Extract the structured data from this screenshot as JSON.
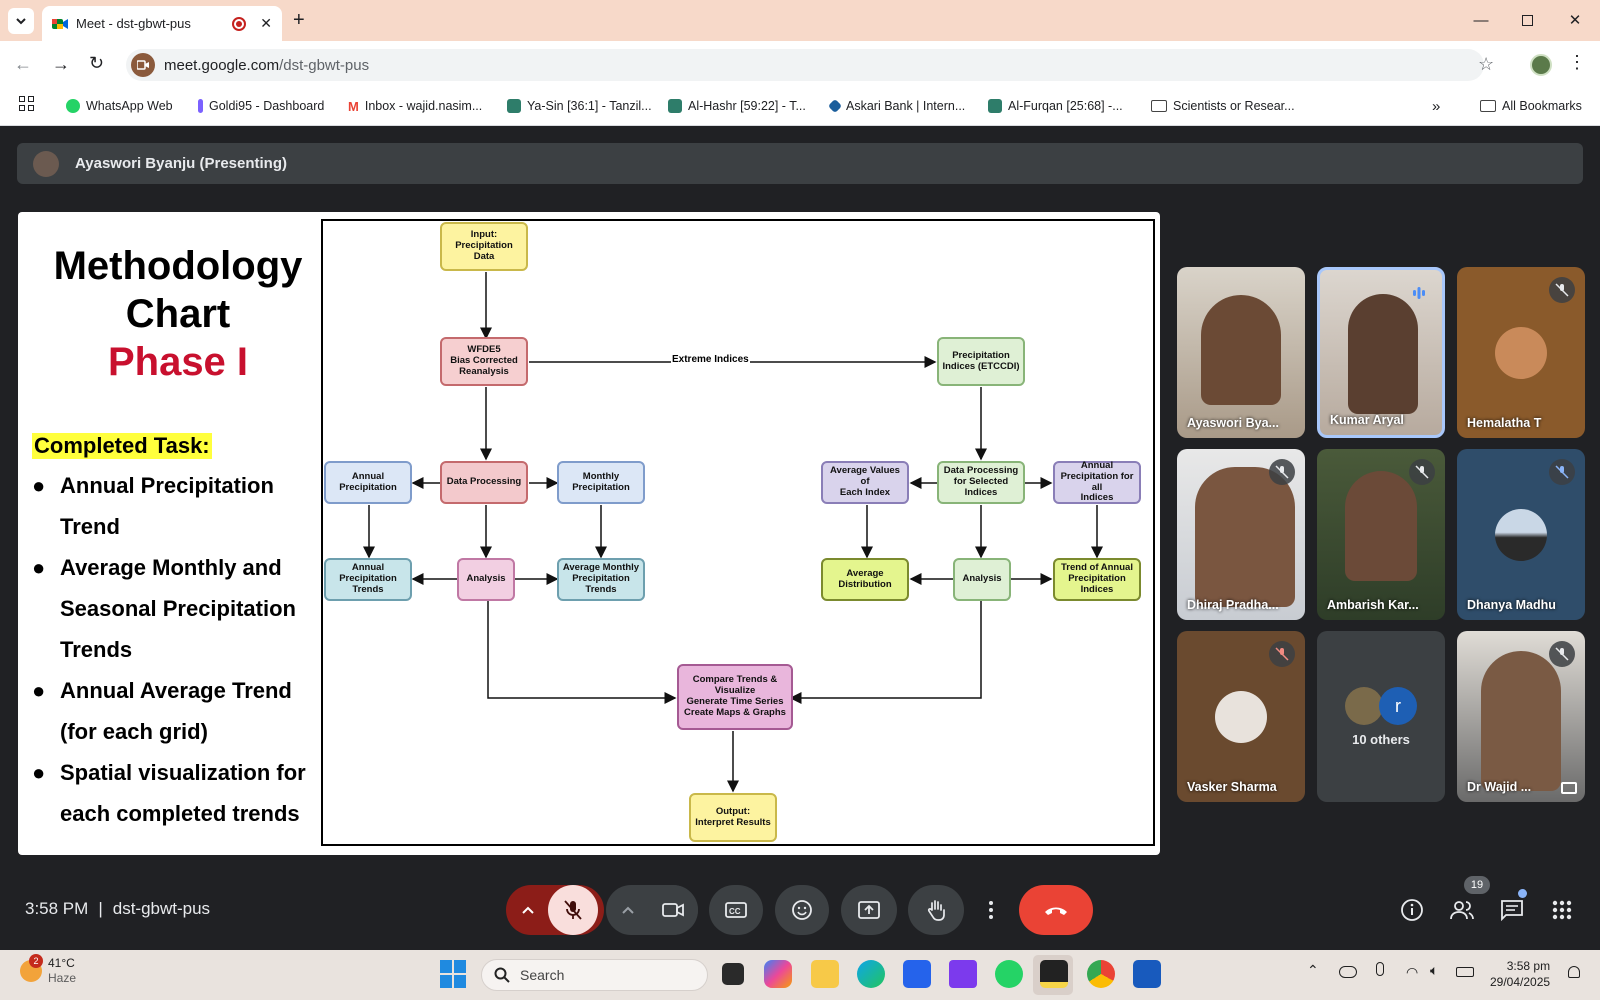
{
  "browser": {
    "tab_title": "Meet - dst-gbwt-pus",
    "url_host": "meet.google.com",
    "url_path": "/dst-gbwt-pus",
    "bookmarks": [
      "WhatsApp Web",
      "Goldi95 - Dashboard",
      "Inbox - wajid.nasim...",
      "Ya-Sin [36:1] - Tanzil...",
      "Al-Hashr [59:22] - T...",
      "Askari Bank | Intern...",
      "Al-Furqan [25:68] -...",
      "Scientists or Resear..."
    ],
    "all_bookmarks": "All Bookmarks",
    "colors": {
      "tabbar": "#f7d9c9",
      "accent": "#8b5a3c"
    }
  },
  "meet": {
    "presenter": "Ayaswori Byanju (Presenting)",
    "time": "3:58 PM",
    "separator": "|",
    "meeting_code": "dst-gbwt-pus",
    "people_count": "19",
    "participants": [
      {
        "name": "Ayaswori Bya...",
        "muted": false
      },
      {
        "name": "Kumar Aryal",
        "muted": false,
        "speaking": true
      },
      {
        "name": "Hemalatha T",
        "muted": true
      },
      {
        "name": "Dhiraj Pradha...",
        "muted": true
      },
      {
        "name": "Ambarish Kar...",
        "muted": true
      },
      {
        "name": "Dhanya Madhu",
        "muted": true
      },
      {
        "name": "Vasker Sharma",
        "muted": true
      },
      {
        "name": "10 others",
        "initial": "r"
      },
      {
        "name": "Dr Wajid ...",
        "muted": true
      }
    ],
    "colors": {
      "end_call": "#ea4335",
      "mic_off": "#f9dedc",
      "mic_toggle": "#8c1d18"
    }
  },
  "slide": {
    "title_line1": "Methodology",
    "title_line2": "Chart",
    "phase": "Phase I",
    "completed_label": "Completed Task:",
    "tasks": [
      [
        "Annual Precipitation",
        "Trend"
      ],
      [
        "Average Monthly and",
        "Seasonal Precipitation",
        "Trends"
      ],
      [
        "Annual Average Trend",
        "(for each grid)"
      ],
      [
        "Spatial visualization for",
        "each completed trends"
      ]
    ],
    "colors": {
      "phase": "#c8102e",
      "highlight": "#ffff3c"
    },
    "flow": {
      "input": [
        "Input:",
        "Precipitation Data"
      ],
      "wfde5": [
        "WFDE5",
        "Bias Corrected",
        "Reanalysis"
      ],
      "extreme": "Extreme Indices",
      "etccdi": [
        "Precipitation",
        "Indices (ETCCDI)"
      ],
      "annual_precip": "Annual Precipitation",
      "data_processing": "Data Processing",
      "monthly_precip": [
        "Monthly",
        "Precipitation"
      ],
      "avg_values": [
        "Average Values of",
        "Each Index"
      ],
      "dp_selected": [
        "Data Processing",
        "for Selected",
        "Indices"
      ],
      "annual_all": [
        "Annual",
        "Precipitation for all",
        "Indices"
      ],
      "annual_trends": [
        "Annual",
        "Precipitation",
        "Trends"
      ],
      "analysis": "Analysis",
      "avg_monthly_trends": [
        "Average Monthly",
        "Precipitation Trends"
      ],
      "avg_distribution": [
        "Average",
        "Distribution"
      ],
      "analysis2": "Analysis",
      "trend_annual": [
        "Trend of Annual",
        "Precipitation",
        "Indices"
      ],
      "compare": [
        "Compare Trends &",
        "Visualize",
        "Generate Time Series",
        "Create Maps & Graphs"
      ],
      "output": [
        "Output:",
        "Interpret Results"
      ]
    }
  },
  "taskbar": {
    "temp": "41°C",
    "weather": "Haze",
    "weather_badge": "2",
    "search": "Search",
    "clock_time": "3:58 pm",
    "clock_date": "29/04/2025"
  }
}
